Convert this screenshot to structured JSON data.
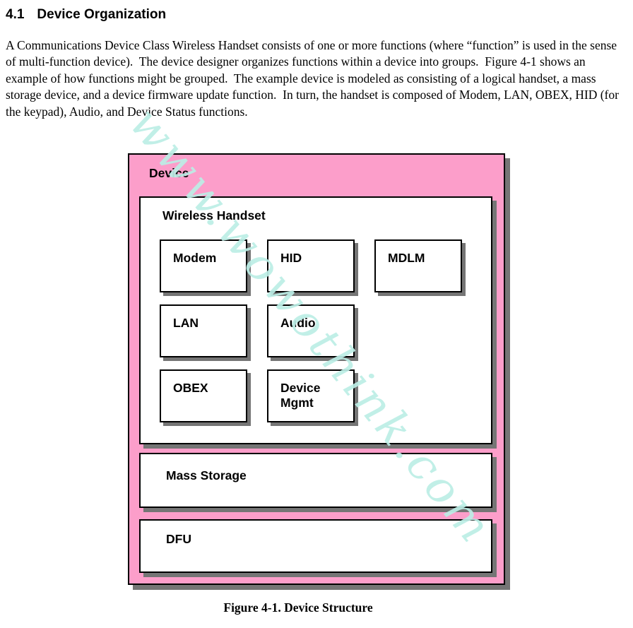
{
  "heading": {
    "number": "4.1",
    "title": "Device Organization"
  },
  "paragraph": "A Communications Device Class Wireless Handset consists of one or more functions (where “function” is used in the sense of multi-function device).  The device designer organizes functions within a device into groups.  Figure 4-1 shows an example of how functions might be grouped.  The example device is modeled as consisting of a logical handset, a mass storage device, and a device firmware update function.  In turn, the handset is composed of Modem, LAN, OBEX, HID (for the keypad), Audio, and Device Status functions.",
  "figure": {
    "device_label": "Device",
    "wireless_handset_label": "Wireless Handset",
    "functions": [
      {
        "id": "modem",
        "label": "Modem"
      },
      {
        "id": "hid",
        "label": "HID"
      },
      {
        "id": "mdlm",
        "label": "MDLM"
      },
      {
        "id": "lan",
        "label": "LAN"
      },
      {
        "id": "audio",
        "label": "Audio"
      },
      {
        "id": "obex",
        "label": "OBEX"
      },
      {
        "id": "device-mgmt",
        "label": "Device Mgmt"
      }
    ],
    "mass_storage_label": "Mass Storage",
    "dfu_label": "DFU",
    "caption": "Figure 4-1. Device Structure"
  },
  "watermark": {
    "text": "www.wowothink.com"
  },
  "colors": {
    "device_fill": "#FC9ECA",
    "box_shadow": "#757575",
    "watermark": "#BCEEE6",
    "border": "#000000",
    "text": "#000000"
  }
}
